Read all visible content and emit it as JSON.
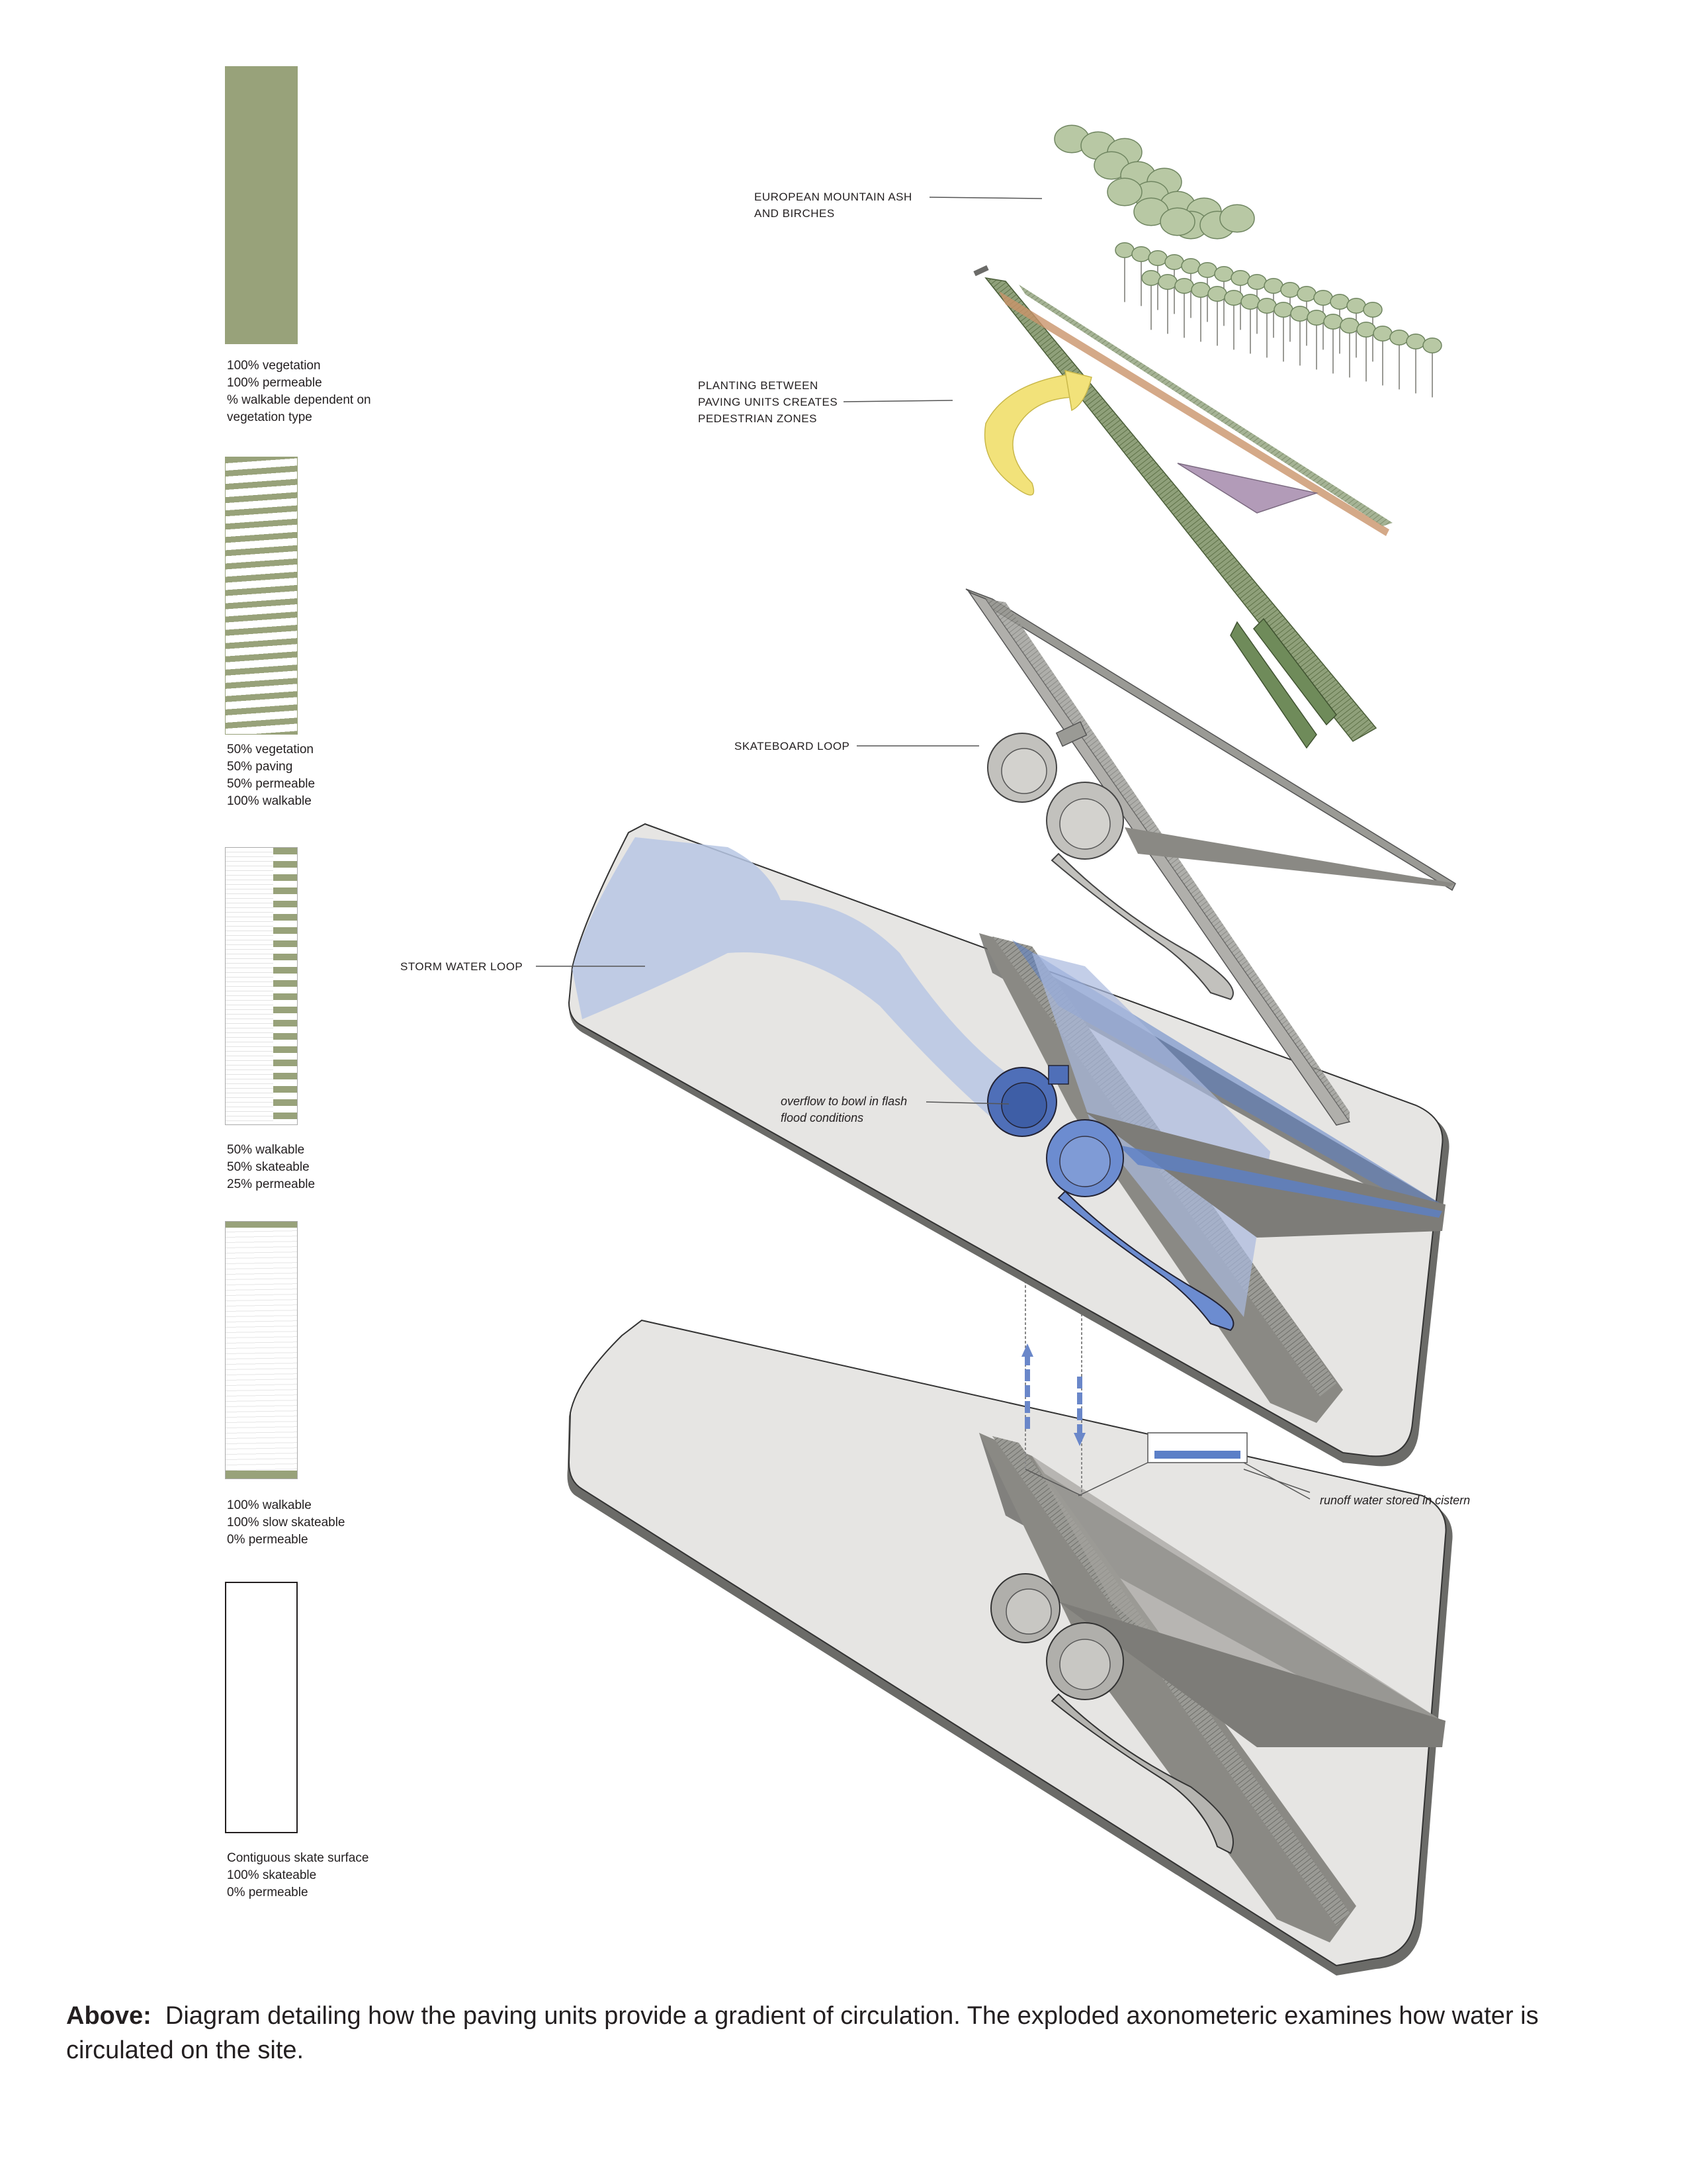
{
  "legend": [
    {
      "label": "100% vegetation\n100% permeable\n% walkable dependent on\nvegetation type"
    },
    {
      "label": "50% vegetation\n50% paving\n50% permeable\n100% walkable"
    },
    {
      "label": "50% walkable\n50% skateable\n25% permeable"
    },
    {
      "label": "100% walkable\n100% slow skateable\n0% permeable"
    },
    {
      "label": "Contiguous skate surface\n100% skateable\n0% permeable"
    }
  ],
  "callouts": {
    "trees": "EUROPEAN MOUNTAIN ASH\nAND BIRCHES",
    "planting": "PLANTING BETWEEN\nPAVING UNITS CREATES\nPEDESTRIAN ZONES",
    "skate": "SKATEBOARD LOOP",
    "storm": "STORM WATER LOOP",
    "overflow": "overflow to bowl in flash\nflood conditions",
    "cistern": "runoff water stored in cistern"
  },
  "caption": {
    "lead": "Above:",
    "text": "Diagram detailing how the paving units provide a gradient of circulation. The exploded axonometeric examines how water is circulated on the site."
  },
  "colors": {
    "vegetation": "#98a27a",
    "water": "#7a94c8",
    "slab": "#e6e5e3",
    "channel": "#8a8984",
    "planting_yellow": "#f2e27a"
  }
}
